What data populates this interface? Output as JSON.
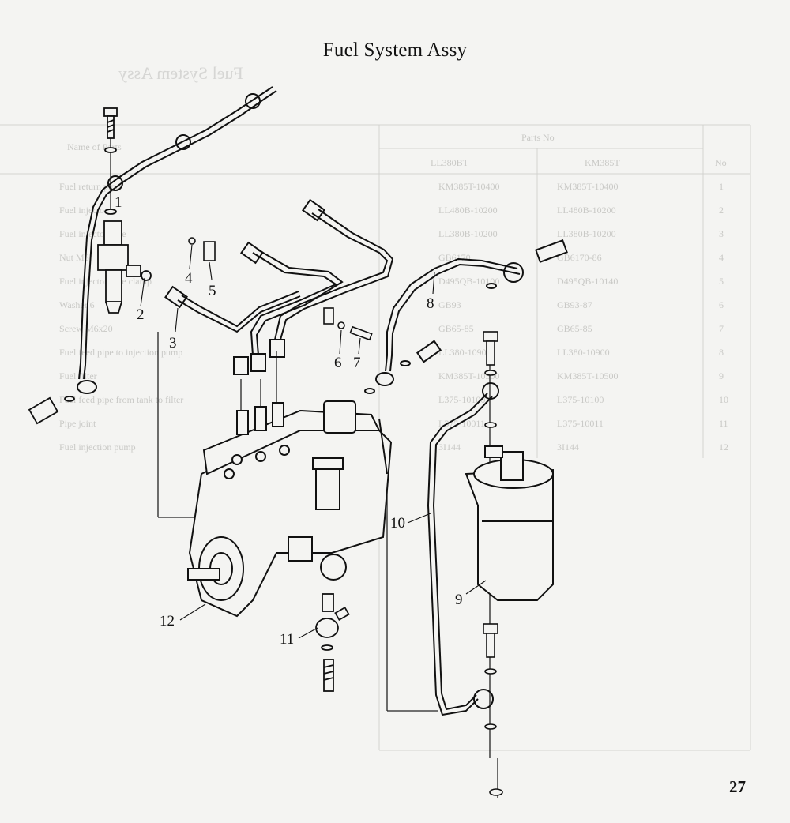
{
  "document": {
    "title": "Fuel System Assy",
    "page_number": "27"
  },
  "callouts": {
    "c1": "1",
    "c2": "2",
    "c3": "3",
    "c4": "4",
    "c5": "5",
    "c6": "6",
    "c7": "7",
    "c8": "8",
    "c9": "9",
    "c10": "10",
    "c11": "11",
    "c12": "12"
  },
  "bleed_through": {
    "title": "Fuel System Assy",
    "header_no": "No",
    "header_parts_no": "Parts No",
    "header_name": "Name of Parts",
    "col_a": "KM385T",
    "col_b": "LL380BT",
    "rows": [
      {
        "no": "1",
        "a": "KM385T-10400",
        "b": "KM385T-10400",
        "name": "Fuel return pipe"
      },
      {
        "no": "2",
        "a": "LL480B-10200",
        "b": "LL480B-10200",
        "name": "Fuel injector"
      },
      {
        "no": "3",
        "a": "LL380B-10200",
        "b": "LL380B-10200",
        "name": "Fuel injector pipe"
      },
      {
        "no": "4",
        "a": "GB6170-86",
        "b": "GB6170",
        "name": "Nut M6"
      },
      {
        "no": "5",
        "a": "D495QB-10140",
        "b": "D495QB-10100",
        "name": "Fuel injector pipe clamp"
      },
      {
        "no": "6",
        "a": "GB93-87",
        "b": "GB93",
        "name": "Washer 6"
      },
      {
        "no": "7",
        "a": "GB65-85",
        "b": "GB65-85",
        "name": "Screw M6x20"
      },
      {
        "no": "8",
        "a": "LL380-10900",
        "b": "LL380-10900",
        "name": "Fuel feed pipe to injection pump"
      },
      {
        "no": "9",
        "a": "KM385T-10500",
        "b": "KM385T-10500",
        "name": "Fuel filter"
      },
      {
        "no": "10",
        "a": "L375-10100",
        "b": "L375-10100",
        "name": "Fuel feed pipe from tank to filter"
      },
      {
        "no": "11",
        "a": "L375-10011",
        "b": "L375-10011",
        "name": "Pipe joint"
      },
      {
        "no": "12",
        "a": "3I144",
        "b": "3I144",
        "name": "Fuel injection pump"
      }
    ]
  },
  "colors": {
    "ink": "#111111",
    "paper": "#f4f4f2",
    "bleed": "#cfcfcc"
  },
  "icons": {
    "injector": "fuel-injector-icon",
    "pump": "injection-pump-icon",
    "filter": "fuel-filter-icon",
    "bolt": "banjo-bolt-icon",
    "washer": "washer-icon"
  }
}
